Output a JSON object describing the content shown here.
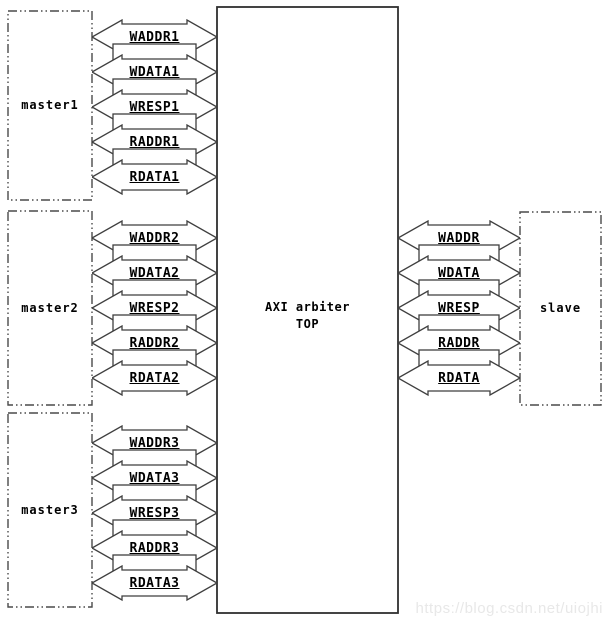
{
  "masters": [
    {
      "label": "master1",
      "channels": [
        "WADDR1",
        "WDATA1",
        "WRESP1",
        "RADDR1",
        "RDATA1"
      ]
    },
    {
      "label": "master2",
      "channels": [
        "WADDR2",
        "WDATA2",
        "WRESP2",
        "RADDR2",
        "RDATA2"
      ]
    },
    {
      "label": "master3",
      "channels": [
        "WADDR3",
        "WDATA3",
        "WRESP3",
        "RADDR3",
        "RDATA3"
      ]
    }
  ],
  "arbiter": {
    "line1": "AXI arbiter",
    "line2": "TOP"
  },
  "slave": {
    "label": "slave",
    "channels": [
      "WADDR",
      "WDATA",
      "WRESP",
      "RADDR",
      "RDATA"
    ]
  },
  "watermark": "https://blog.csdn.net/uiojhi",
  "colors": {
    "line": "#3f3f3f",
    "box_border": "#4a4a4a",
    "arbiter_border": "#2f2f2f",
    "shape_fill": "#ffffff",
    "text": "#000000",
    "watermark": "#e8e8e8",
    "background": "#ffffff"
  }
}
